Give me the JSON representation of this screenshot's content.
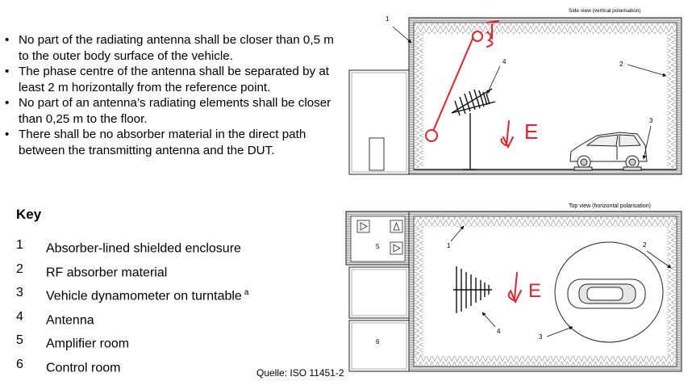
{
  "bullets": [
    "No part of the radiating antenna shall be closer than 0,5 m to the outer body surface of the vehicle.",
    "The phase centre of the antenna shall be separated by at least 2 m horizontally from the reference point.",
    "No part of an antenna’s radiating elements shall be closer than 0,25 m to the floor.",
    "There shall be no absorber material in the direct path between the transmitting antenna and the DUT."
  ],
  "bullet_symbol": "•",
  "key": {
    "title": "Key",
    "items": [
      {
        "num": "1",
        "text": "Absorber-lined shielded enclosure",
        "sup": ""
      },
      {
        "num": "2",
        "text": "RF absorber material",
        "sup": ""
      },
      {
        "num": "3",
        "text": "Vehicle dynamometer on turntable",
        "sup": "a"
      },
      {
        "num": "4",
        "text": "Antenna",
        "sup": ""
      },
      {
        "num": "5",
        "text": "Amplifier room",
        "sup": ""
      },
      {
        "num": "6",
        "text": "Control room",
        "sup": ""
      }
    ]
  },
  "source": "Quelle: ISO 11451-2",
  "side_view": {
    "title": "Side view (vertical polarisation)",
    "labels": {
      "n1": "1",
      "n2": "2",
      "n3": "3",
      "n4": "4"
    },
    "annotation": "E"
  },
  "top_view": {
    "title": "Top view (horizontal polarisation)",
    "labels": {
      "n1": "1",
      "n2": "2",
      "n3": "3",
      "n4": "4",
      "n5": "5",
      "n6": "6"
    },
    "annotation": "E"
  },
  "colors": {
    "ink_red": "#e8202a",
    "line": "#222222",
    "absorber": "#cfcfcf"
  }
}
